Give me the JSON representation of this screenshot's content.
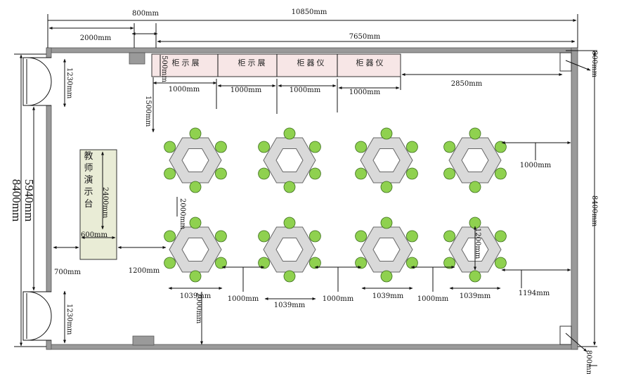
{
  "dimensions": {
    "total_width": "10850mm",
    "width_800_top": "800mm",
    "width_2000_top": "2000mm",
    "width_7650": "7650mm",
    "cab_depth": "500mm",
    "cab_w1": "1000mm",
    "cab_w2": "1000mm",
    "cab_w3": "1000mm",
    "cab_w4": "1000mm",
    "gap_2850": "2850mm",
    "gap_1500": "1500mm",
    "right_800_top": "800mm",
    "right_800_bottom": "800mm",
    "door_1230_top": "1230mm",
    "door_1230_bottom": "1230mm",
    "left_5940": "5940mm",
    "left_8400": "8400mm",
    "right_8400": "8400mm",
    "desk_length": "2400mm",
    "desk_depth": "600mm",
    "row_gap_2000": "2000mm",
    "desk_to_wall_700": "700mm",
    "desk_to_table_1200": "1200mm",
    "right_gap_1000": "1000mm",
    "right_gap_1194": "1194mm",
    "table_1039_a": "1039mm",
    "table_1039_b": "1039mm",
    "table_1039_c": "1039mm",
    "table_1039_d": "1039mm",
    "between_1000_a": "1000mm",
    "between_1000_b": "1000mm",
    "between_1000_c": "1000mm",
    "table_inner_1200": "1200mm",
    "bottom_2000": "2000mm"
  },
  "cabinets": [
    {
      "label": [
        "展",
        "示",
        "柜"
      ]
    },
    {
      "label": [
        "展",
        "示",
        "柜"
      ]
    },
    {
      "label": [
        "仪",
        "器",
        "柜"
      ]
    },
    {
      "label": [
        "仪",
        "器",
        "柜"
      ]
    }
  ],
  "teacher_desk": {
    "label": [
      "教",
      "师",
      "演",
      "示",
      "台"
    ]
  },
  "colors": {
    "cabinet_fill": "#f7e6e6",
    "desk_fill": "#e9ecd6",
    "seat": "#8fd14f",
    "wall": "#9a9a9a",
    "hexagon": "#d9d9d9"
  }
}
